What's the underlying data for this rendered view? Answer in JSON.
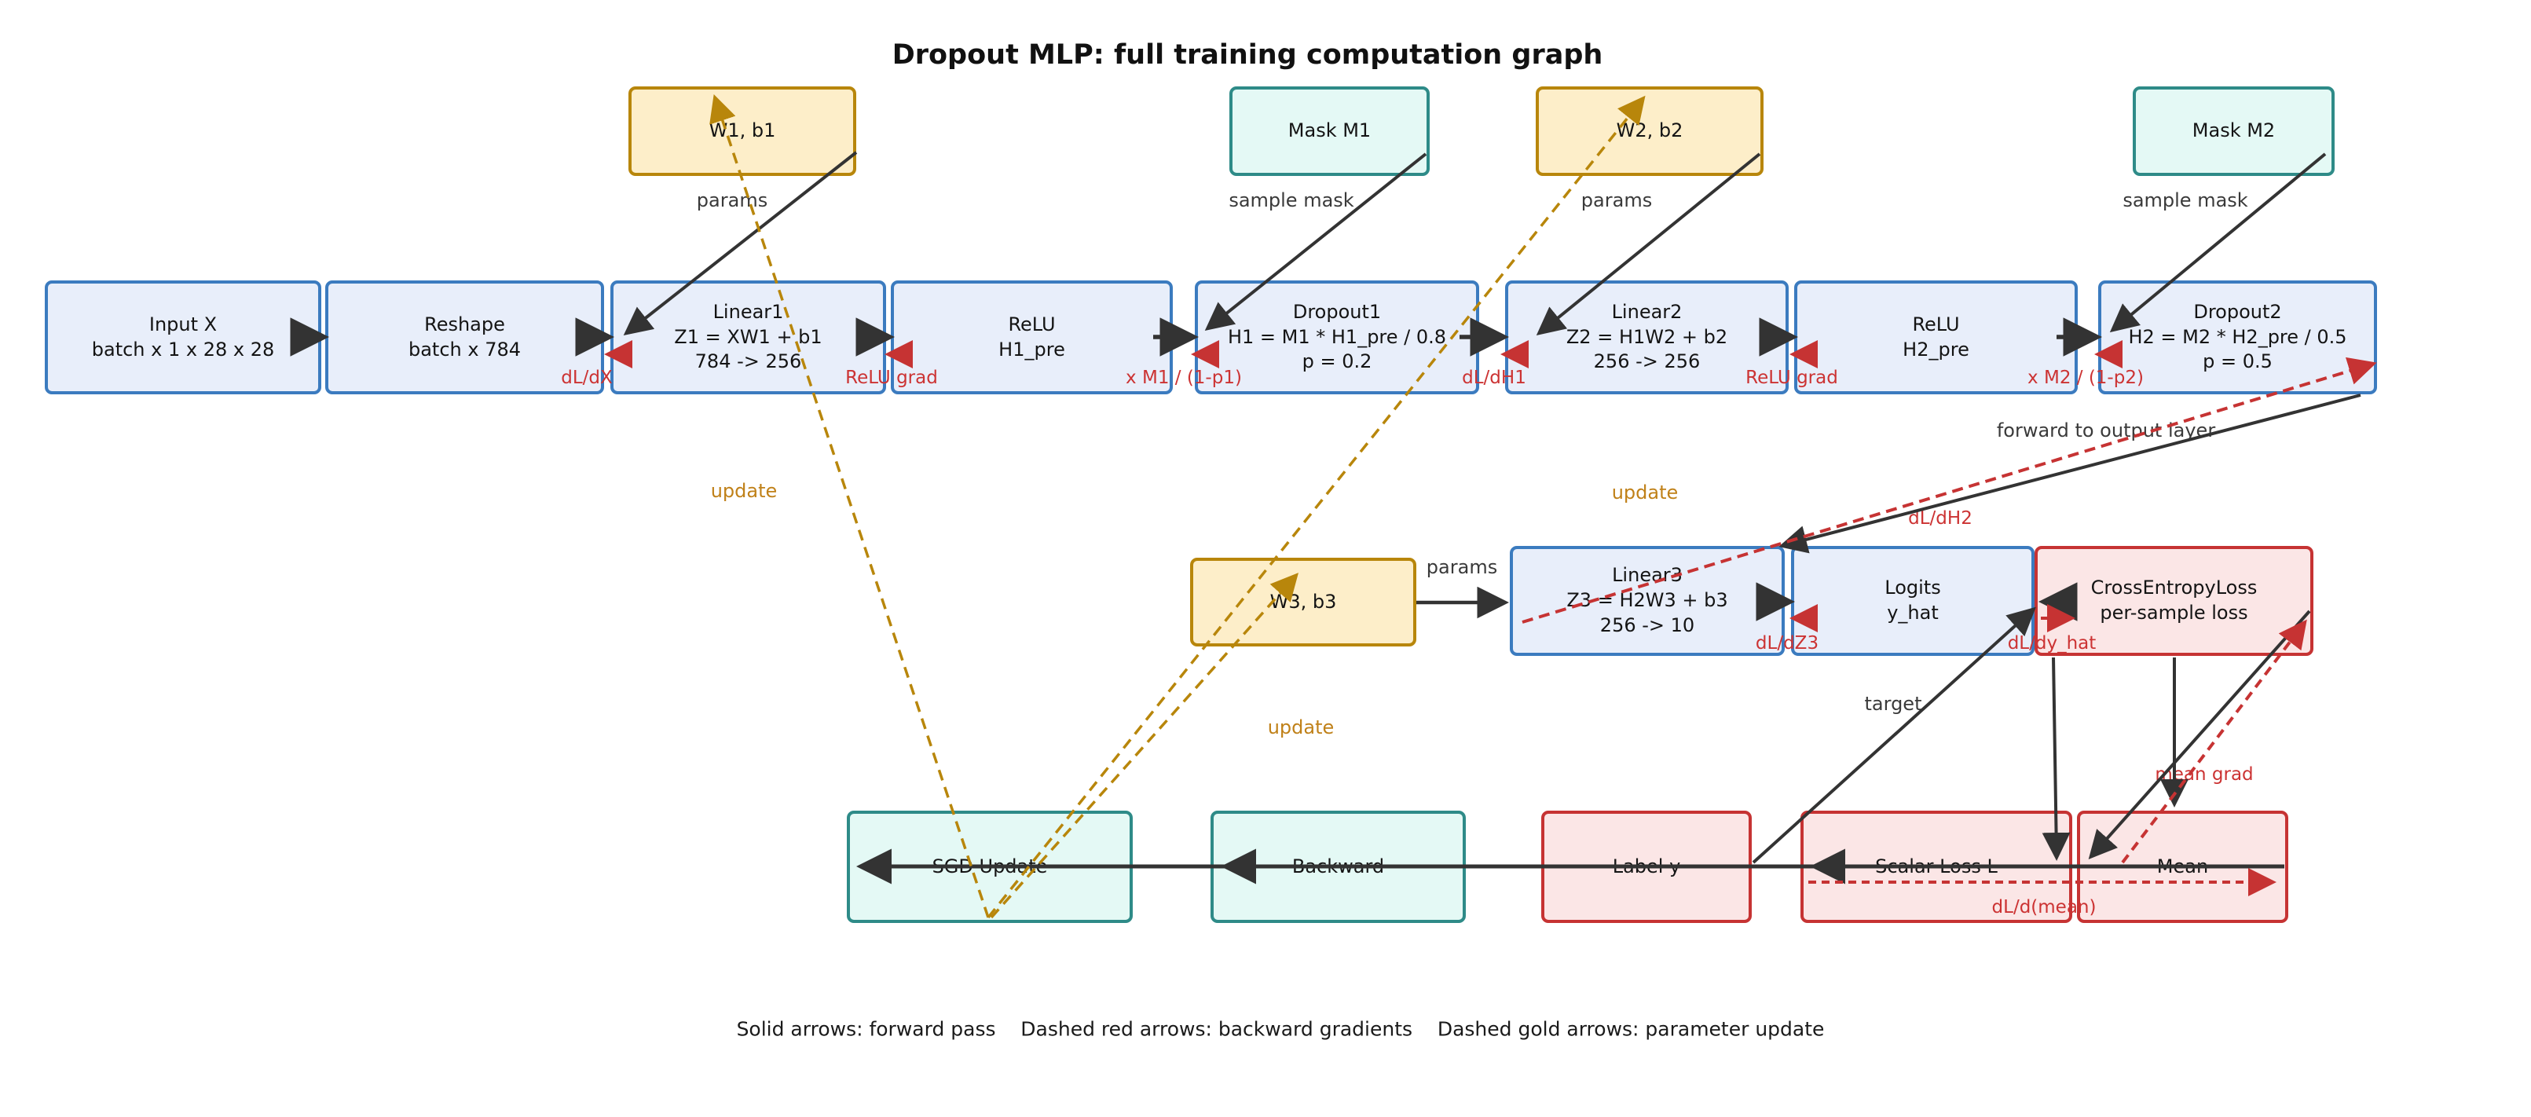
{
  "title": "Dropout MLP: full training computation graph",
  "legend": "Solid arrows: forward pass    Dashed red arrows: backward gradients    Dashed gold arrows: parameter update",
  "colors": {
    "box_blue_fill": "#e8eefa",
    "box_blue_border": "#3b7bbf",
    "box_teal_fill": "#e4f9f5",
    "box_teal_border": "#2e8b88",
    "box_gold_fill": "#fdeec9",
    "box_gold_border": "#b8860b",
    "box_red_fill": "#fbe6e6",
    "box_red_border": "#c63333",
    "arrow_forward": "#333333",
    "arrow_gradient": "#c63333",
    "arrow_update": "#b8860b"
  },
  "nodes": {
    "w1b1": {
      "label": "W1, b1"
    },
    "mask_m1": {
      "label": "Mask M1"
    },
    "w2b2": {
      "label": "W2, b2"
    },
    "mask_m2": {
      "label": "Mask M2"
    },
    "input_x": {
      "label": "Input X\nbatch x 1 x 28 x 28"
    },
    "reshape": {
      "label": "Reshape\nbatch x 784"
    },
    "linear1": {
      "label": "Linear1\nZ1 = XW1 + b1\n784 -> 256"
    },
    "relu1": {
      "label": "ReLU\nH1_pre"
    },
    "dropout1": {
      "label": "Dropout1\nH1 = M1 * H1_pre / 0.8\np = 0.2"
    },
    "linear2": {
      "label": "Linear2\nZ2 = H1W2 + b2\n256 -> 256"
    },
    "relu2": {
      "label": "ReLU\nH2_pre"
    },
    "dropout2": {
      "label": "Dropout2\nH2 = M2 * H2_pre / 0.5\np = 0.5"
    },
    "w3b3": {
      "label": "W3, b3"
    },
    "linear3": {
      "label": "Linear3\nZ3 = H2W3 + b3\n256 -> 10"
    },
    "logits": {
      "label": "Logits\ny_hat"
    },
    "cross_entropy": {
      "label": "CrossEntropyLoss\nper-sample loss"
    },
    "sgd_update": {
      "label": "SGD Update"
    },
    "backward": {
      "label": "Backward"
    },
    "label_y": {
      "label": "Label y"
    },
    "scalar_loss": {
      "label": "Scalar Loss L"
    },
    "mean": {
      "label": "Mean"
    }
  },
  "edge_labels": {
    "params_w1": "params",
    "sample_mask_m1": "sample mask",
    "params_w2": "params",
    "sample_mask_m2": "sample mask",
    "params_w3": "params",
    "update_w1": "update",
    "update_w2": "update",
    "update_w3": "update",
    "dl_dx": "dL/dX",
    "relu_grad_1": "ReLU grad",
    "x_m1": "x M1 / (1-p1)",
    "dl_dh1": "dL/dH1",
    "relu_grad_2": "ReLU grad",
    "x_m2": "x M2 / (1-p2)",
    "dl_dh2": "dL/dH2",
    "forward_to_output": "forward to output layer",
    "dl_dz3": "dL/dZ3",
    "dl_dy_hat": "dL/dy_hat",
    "target": "target",
    "mean_grad": "mean grad",
    "dl_dmean": "dL/d(mean)"
  }
}
